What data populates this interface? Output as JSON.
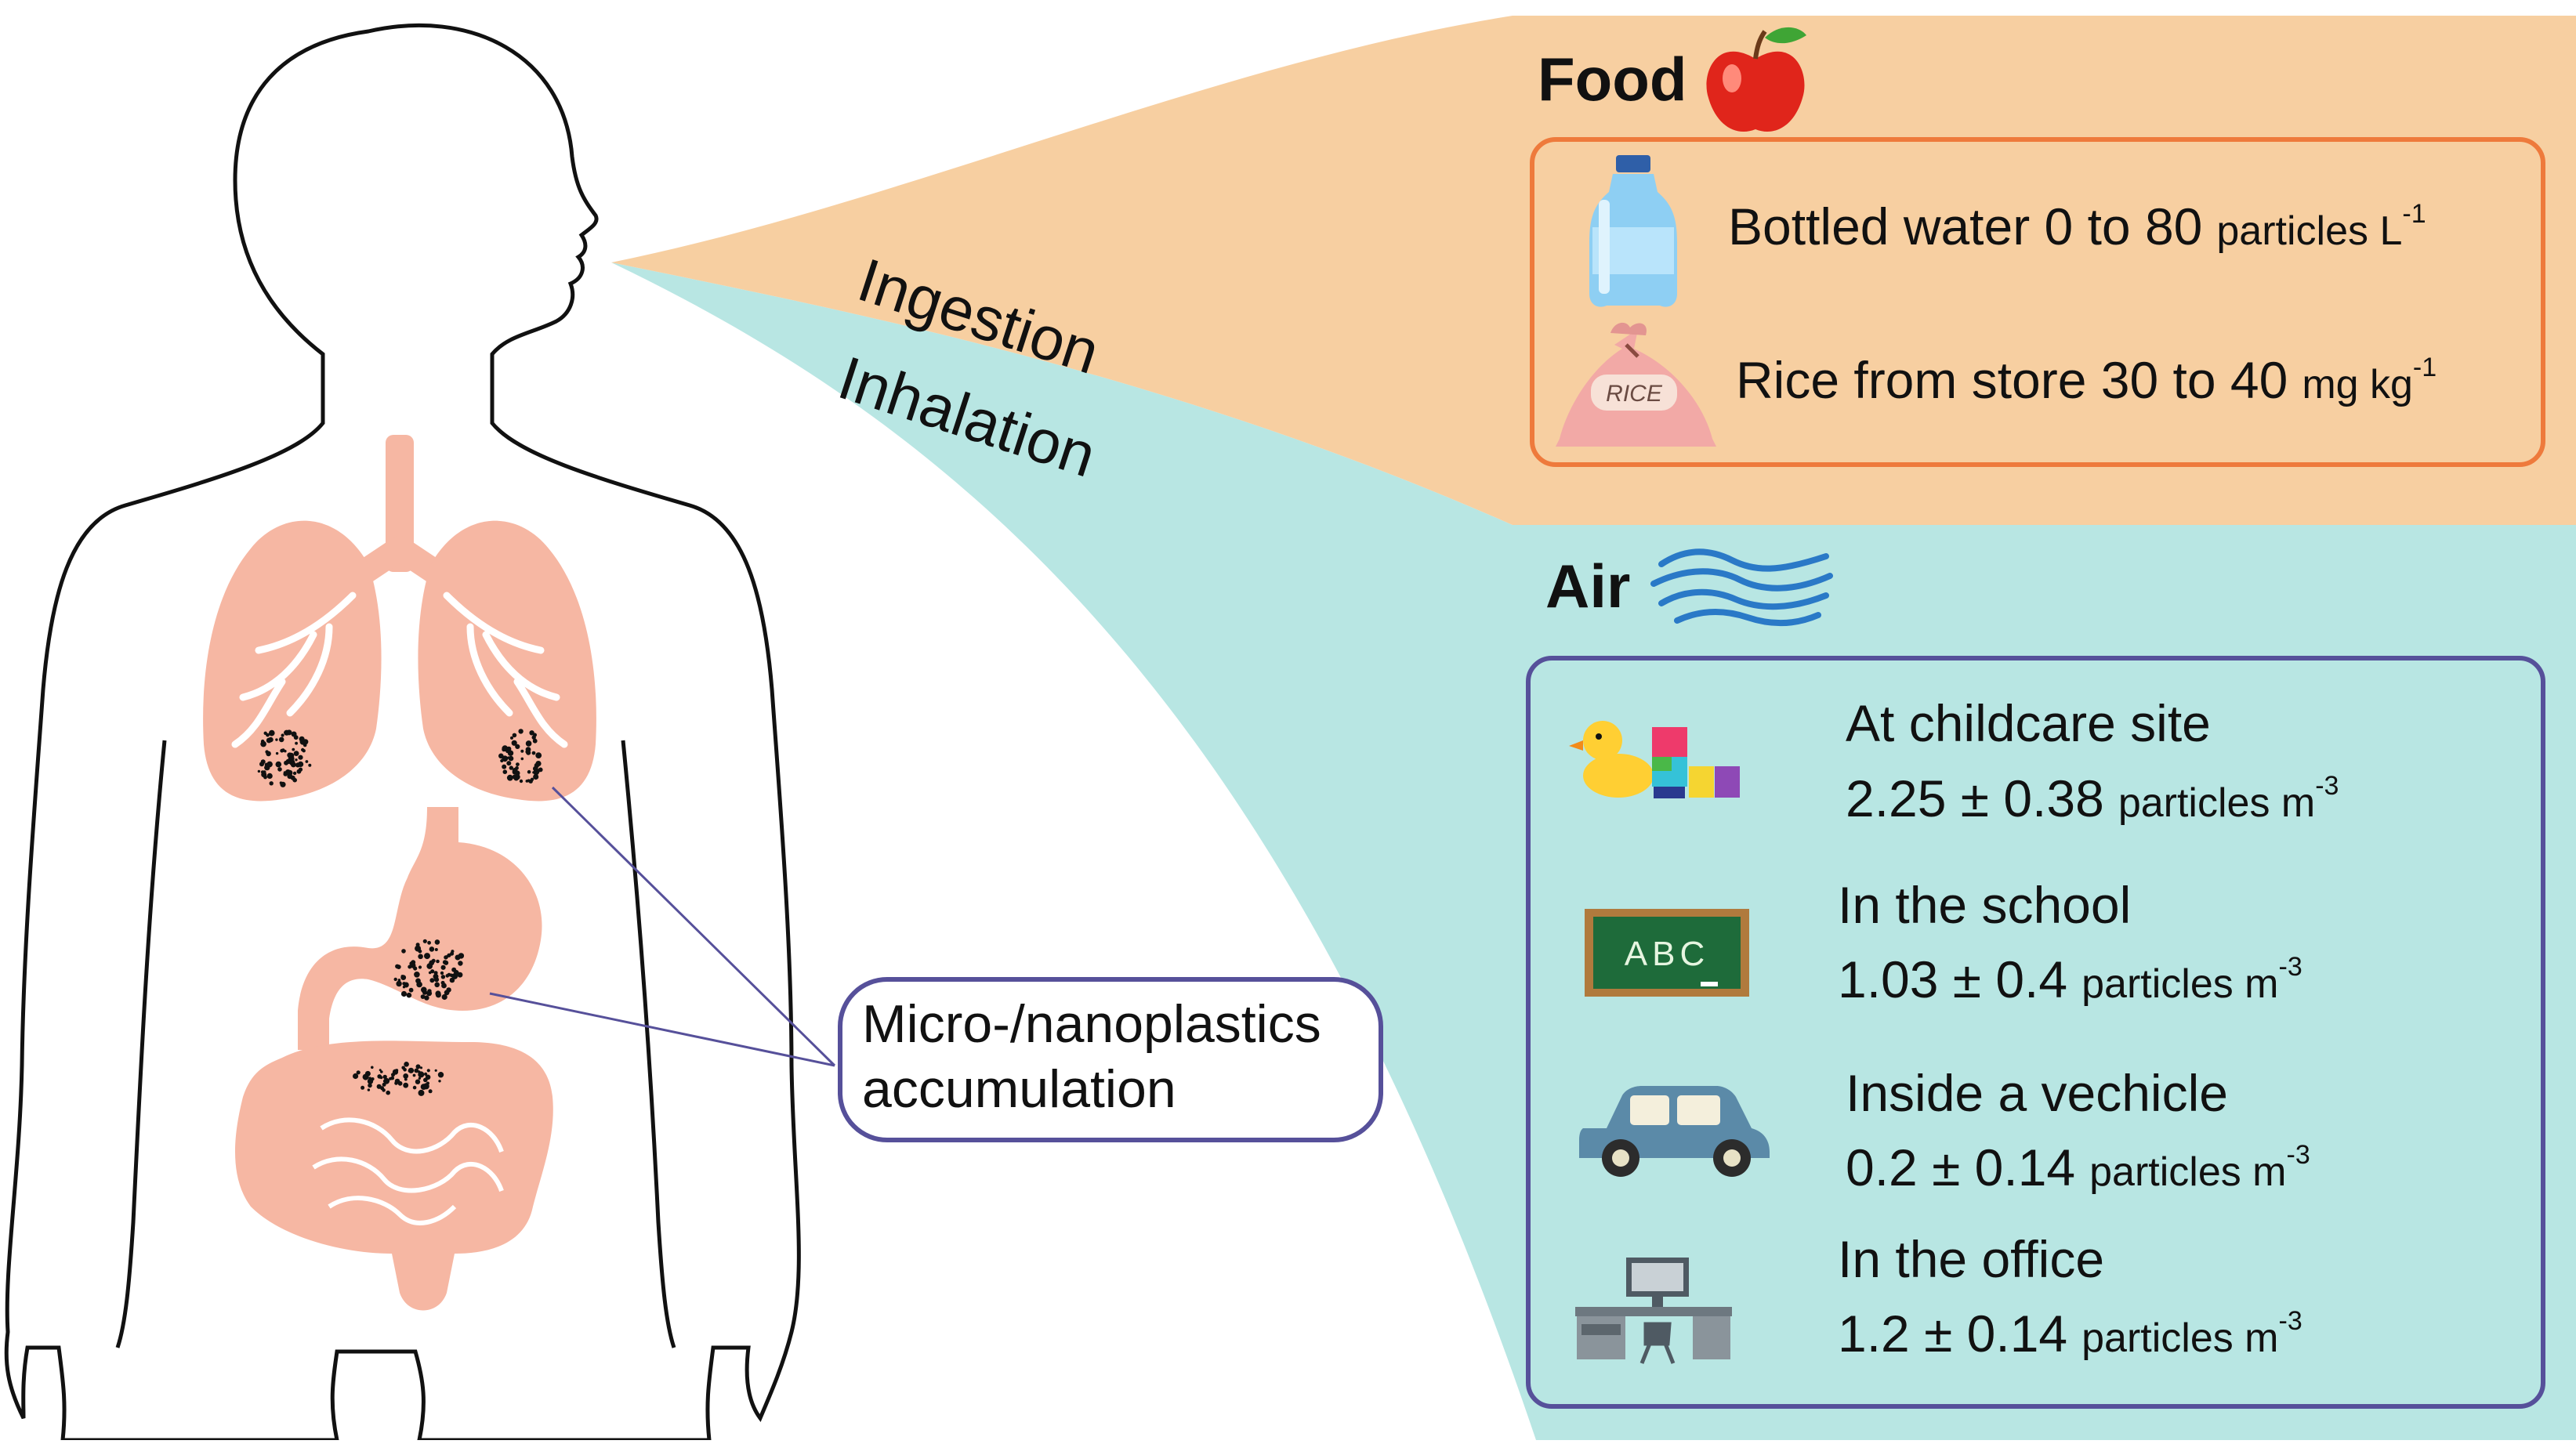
{
  "colors": {
    "food_bg": "#f7cfa1",
    "air_bg": "#b8e6e3",
    "food_box_border": "#ee7a3c",
    "air_box_border": "#56509a",
    "organ": "#f6b7a3",
    "callout_border": "#56509a",
    "outline": "#111111"
  },
  "routes": {
    "ingestion": "Ingestion",
    "inhalation": "Inhalation"
  },
  "callout": {
    "line1": "Micro-/nanoplastics",
    "line2": "accumulation"
  },
  "food": {
    "title": "Food",
    "icon": "apple-icon",
    "items": [
      {
        "icon": "water-bottle-icon",
        "text": "Bottled water 0 to 80",
        "unit": "particles L",
        "sup": "-1"
      },
      {
        "icon": "rice-bag-icon",
        "icon_label": "RICE",
        "text": "Rice from store 30 to 40",
        "unit": "mg kg",
        "sup": "-1"
      }
    ]
  },
  "air": {
    "title": "Air",
    "icon": "wind-icon",
    "items": [
      {
        "icon": "toys-icon",
        "label": "At childcare site",
        "value": "2.25 ± 0.38",
        "unit": "particles m",
        "sup": "-3"
      },
      {
        "icon": "chalkboard-icon",
        "icon_label": "ABC",
        "label": "In the school",
        "value": "1.03 ± 0.4",
        "unit": "particles m",
        "sup": "-3"
      },
      {
        "icon": "car-icon",
        "label": "Inside a vechicle",
        "value": "0.2 ± 0.14",
        "unit": "particles m",
        "sup": "-3"
      },
      {
        "icon": "office-desk-icon",
        "label": "In the office",
        "value": "1.2 ± 0.14",
        "unit": "particles m",
        "sup": "-3"
      }
    ]
  }
}
